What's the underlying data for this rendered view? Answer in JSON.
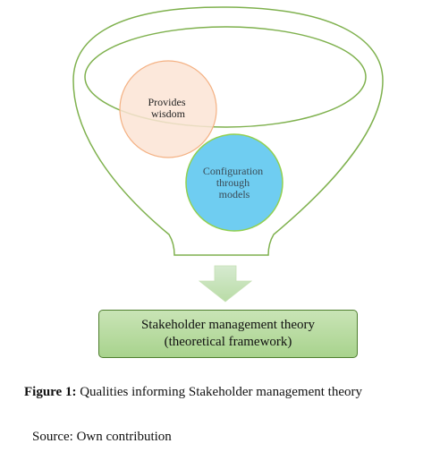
{
  "diagram": {
    "circle_1_text": [
      "Provides",
      "wisdom"
    ],
    "circle_2_text": [
      "Configuration",
      "through",
      "models"
    ],
    "result_box": {
      "line_1": "Stakeholder management theory",
      "line_2": "(theoretical framework)"
    }
  },
  "caption": {
    "label": "Figure 1:",
    "text": " Qualities informing Stakeholder management theory"
  },
  "source": {
    "text": "Source: Own contribution"
  },
  "colors": {
    "funnel_stroke": "#7fb14e",
    "circle_1_fill": "#fbe4d5",
    "circle_1_stroke": "#f4b183",
    "circle_2_fill": "#6fcdf1",
    "circle_2_stroke": "#92d050",
    "arrow_fill": "#c5e0b4",
    "box_fill": "#b5d99c"
  }
}
